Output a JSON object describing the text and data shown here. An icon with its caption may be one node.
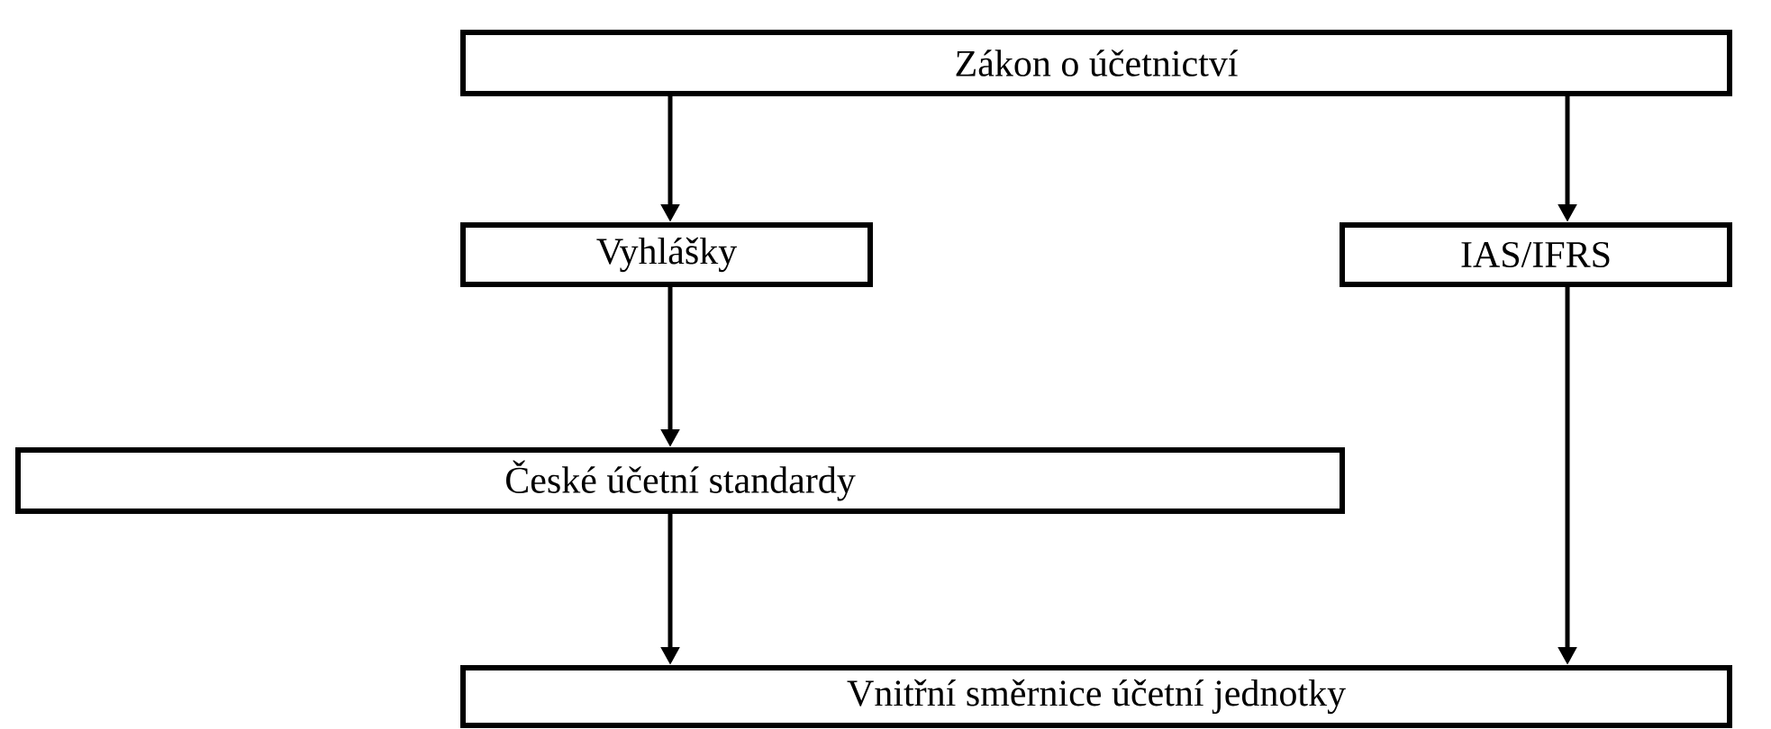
{
  "diagram": {
    "nodes": [
      {
        "text": [
          "Zákon o účetnictví"
        ]
      },
      {
        "text": [
          "Vyhlášky"
        ]
      },
      {
        "text": [
          "IAS/IFRS"
        ]
      },
      {
        "text": [
          "České účetní standardy"
        ]
      },
      {
        "text": [
          "Vnitřní směrnice účetní jednotky"
        ]
      }
    ],
    "edges": [
      {
        "from": 0,
        "to": 1,
        "arrow": "to"
      },
      {
        "from": 0,
        "to": 2,
        "arrow": "to"
      },
      {
        "from": 1,
        "to": 3,
        "arrow": "to"
      },
      {
        "from": 3,
        "to": 4,
        "arrow": "to"
      },
      {
        "from": 2,
        "to": 4,
        "arrow": "to"
      }
    ]
  }
}
